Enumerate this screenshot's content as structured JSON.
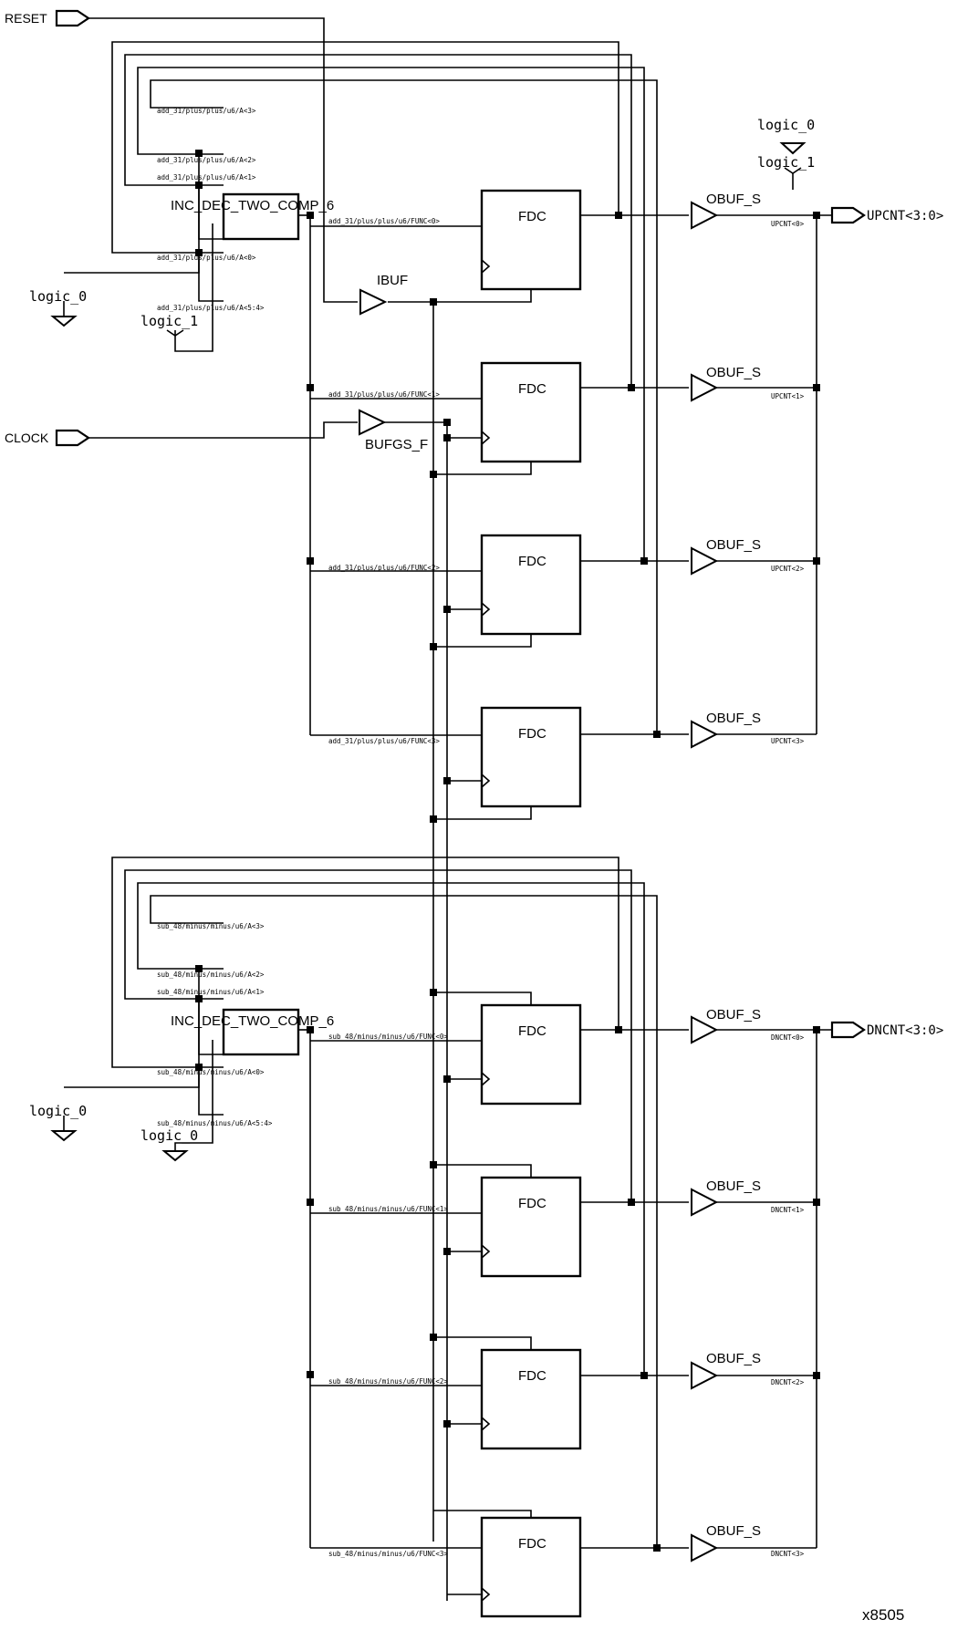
{
  "ports": {
    "reset": "RESET",
    "clock": "CLOCK",
    "upcnt": "UPCNT<3:0>",
    "dncnt": "DNCNT<3:0>"
  },
  "cells": {
    "inc_dec": "INC_DEC_TWO_COMP_6",
    "fdc": "FDC",
    "obuf": "OBUF_S",
    "ibuf": "IBUF",
    "bufgs": "BUFGS_F"
  },
  "constants": {
    "logic0": "logic_0",
    "logic1": "logic_1"
  },
  "up_nets": {
    "a": [
      "add_31/plus/plus/u6/A<3>",
      "add_31/plus/plus/u6/A<2>",
      "add_31/plus/plus/u6/A<1>",
      "add_31/plus/plus/u6/A<0>",
      "add_31/plus/plus/u6/A<5:4>"
    ],
    "func": [
      "add_31/plus/plus/u6/FUNC<0>",
      "add_31/plus/plus/u6/FUNC<1>",
      "add_31/plus/plus/u6/FUNC<2>",
      "add_31/plus/plus/u6/FUNC<3>"
    ],
    "out": [
      "UPCNT<0>",
      "UPCNT<1>",
      "UPCNT<2>",
      "UPCNT<3>"
    ]
  },
  "dn_nets": {
    "a": [
      "sub_48/minus/minus/u6/A<3>",
      "sub_48/minus/minus/u6/A<2>",
      "sub_48/minus/minus/u6/A<1>",
      "sub_48/minus/minus/u6/A<0>",
      "sub_48/minus/minus/u6/A<5:4>"
    ],
    "func": [
      "sub_48/minus/minus/u6/FUNC<0>",
      "sub_48/minus/minus/u6/FUNC<1>",
      "sub_48/minus/minus/u6/FUNC<2>",
      "sub_48/minus/minus/u6/FUNC<3>"
    ],
    "out": [
      "DNCNT<0>",
      "DNCNT<1>",
      "DNCNT<2>",
      "DNCNT<3>"
    ]
  },
  "figure_id": "x8505"
}
